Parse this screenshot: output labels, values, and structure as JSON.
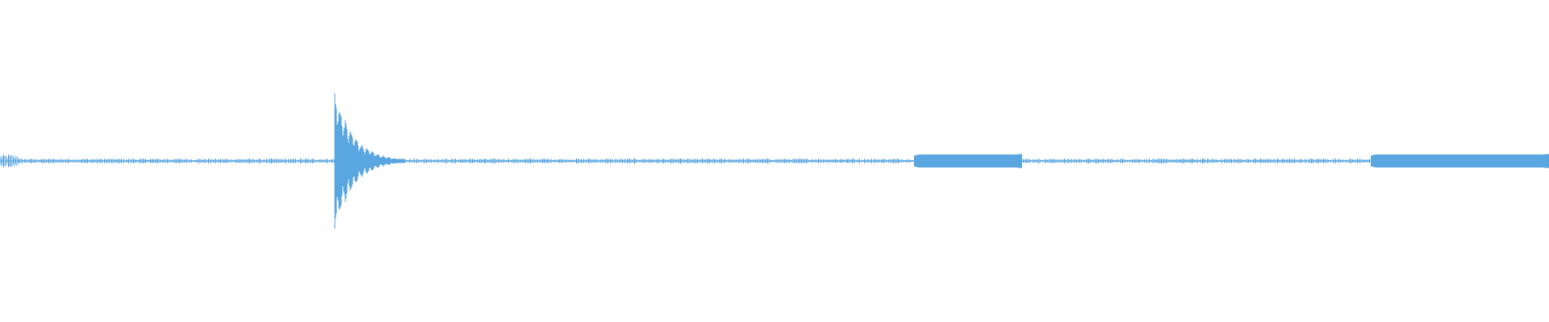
{
  "waveform": {
    "color": "#5aa6e0",
    "baseline_amplitude": 0.03,
    "segments": [
      {
        "type": "noise",
        "from": 0.0,
        "to": 0.012,
        "amplitude": 0.09
      },
      {
        "type": "noise",
        "from": 0.012,
        "to": 0.216,
        "amplitude": 0.035
      },
      {
        "type": "transient",
        "from": 0.216,
        "to": 0.262,
        "peak": 1.0,
        "decay": 0.012
      },
      {
        "type": "noise",
        "from": 0.262,
        "to": 0.59,
        "amplitude": 0.035
      },
      {
        "type": "tone",
        "from": 0.59,
        "to": 0.66,
        "amplitude": 0.09
      },
      {
        "type": "noise",
        "from": 0.66,
        "to": 0.885,
        "amplitude": 0.035
      },
      {
        "type": "tone",
        "from": 0.885,
        "to": 1.0,
        "amplitude": 0.09
      }
    ]
  }
}
